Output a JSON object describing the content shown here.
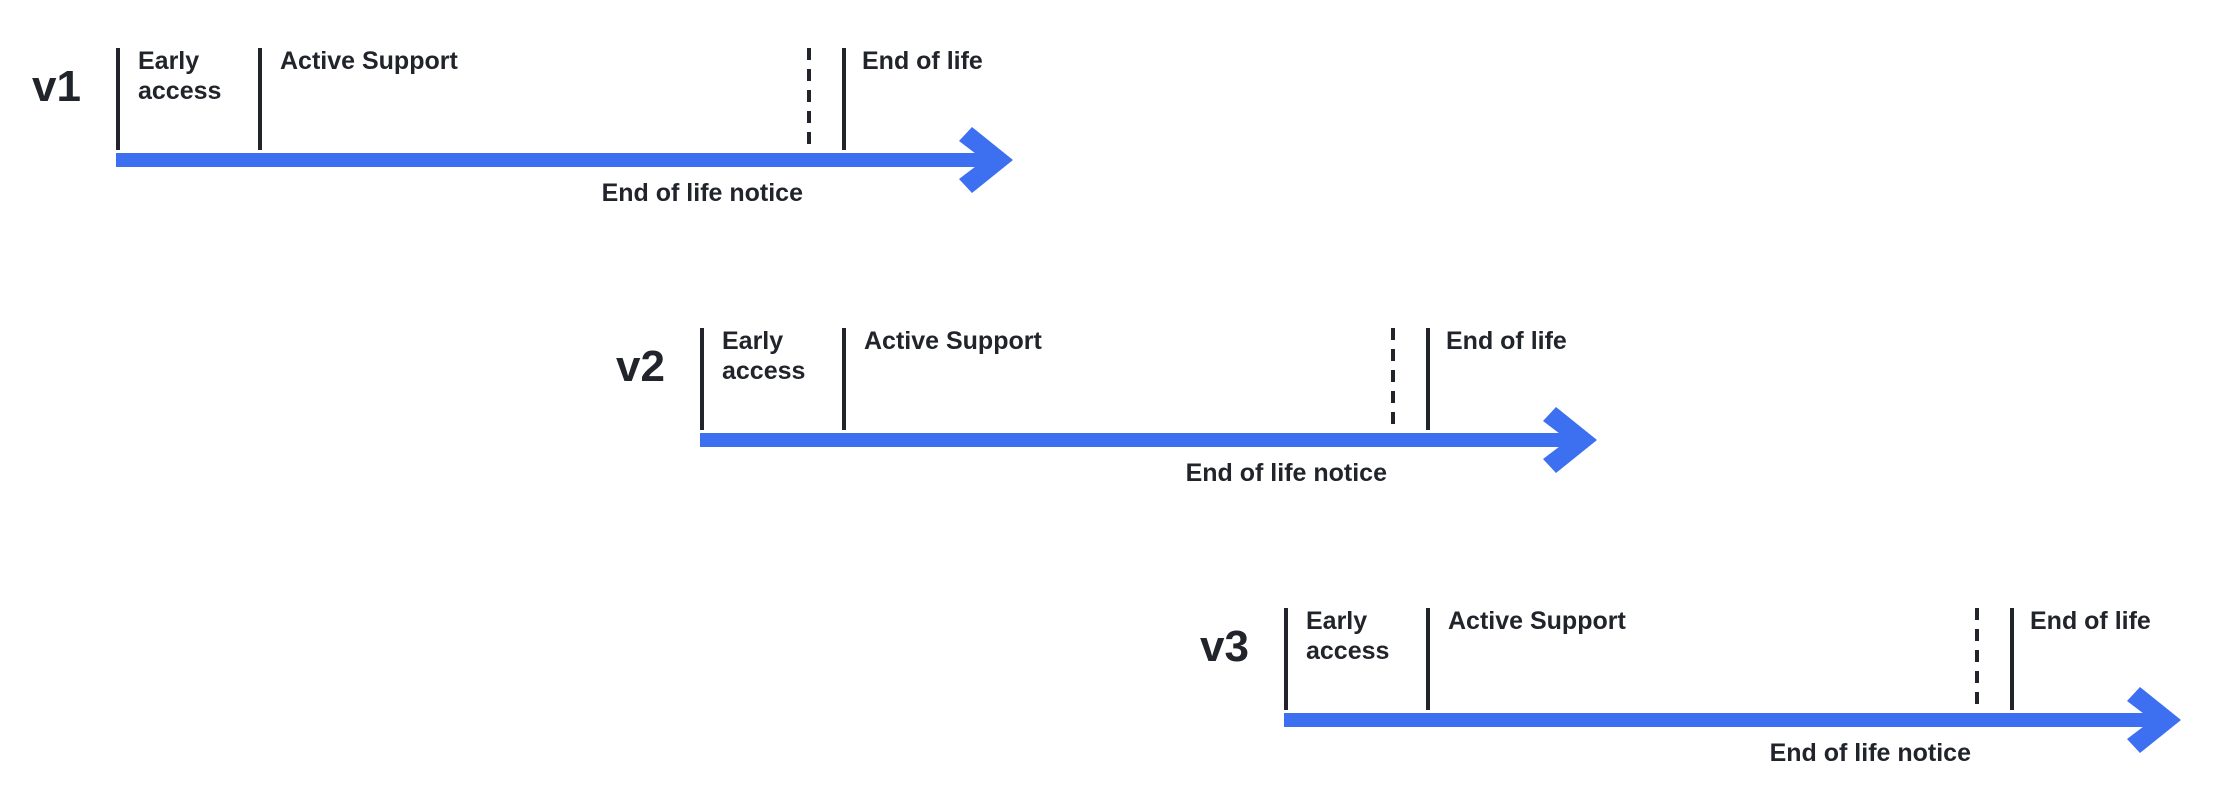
{
  "colors": {
    "arrow": "#3D70F0",
    "ink": "#21242A",
    "background": "#FFFFFF"
  },
  "icons": {
    "timeline_arrow": "right-arrow"
  },
  "rows": [
    {
      "version": "v1",
      "phases": {
        "early_access": "Early access",
        "active_support": "Active Support",
        "end_of_life": "End of life"
      },
      "eol_notice": "End of life notice"
    },
    {
      "version": "v2",
      "phases": {
        "early_access": "Early access",
        "active_support": "Active Support",
        "end_of_life": "End of life"
      },
      "eol_notice": "End of life notice"
    },
    {
      "version": "v3",
      "phases": {
        "early_access": "Early access",
        "active_support": "Active Support",
        "end_of_life": "End of life"
      },
      "eol_notice": "End of life notice"
    }
  ]
}
